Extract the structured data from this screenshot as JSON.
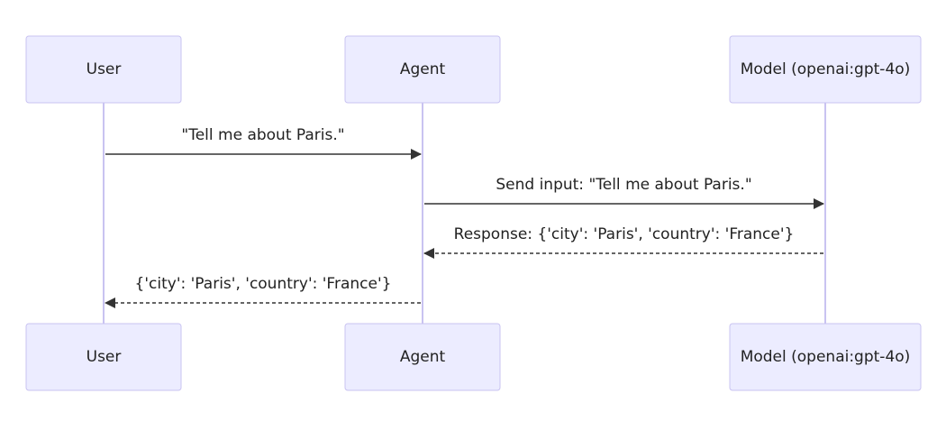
{
  "participants": [
    {
      "id": "user",
      "label": "User"
    },
    {
      "id": "agent",
      "label": "Agent"
    },
    {
      "id": "model",
      "label": "Model (openai:gpt-4o)"
    }
  ],
  "messages": [
    {
      "from": "user",
      "to": "agent",
      "text": "\"Tell me about Paris.\"",
      "style": "solid"
    },
    {
      "from": "agent",
      "to": "model",
      "text": "Send input: \"Tell me about Paris.\"",
      "style": "solid"
    },
    {
      "from": "model",
      "to": "agent",
      "text": "Response: {'city': 'Paris', 'country': 'France'}",
      "style": "dashed"
    },
    {
      "from": "agent",
      "to": "user",
      "text": "{'city': 'Paris', 'country': 'France'}",
      "style": "dashed"
    }
  ],
  "colors": {
    "actor_fill": "#ececff",
    "actor_stroke": "#c9c3f1",
    "lifeline": "#c9c3f1",
    "arrow": "#333333",
    "text": "#222222"
  }
}
